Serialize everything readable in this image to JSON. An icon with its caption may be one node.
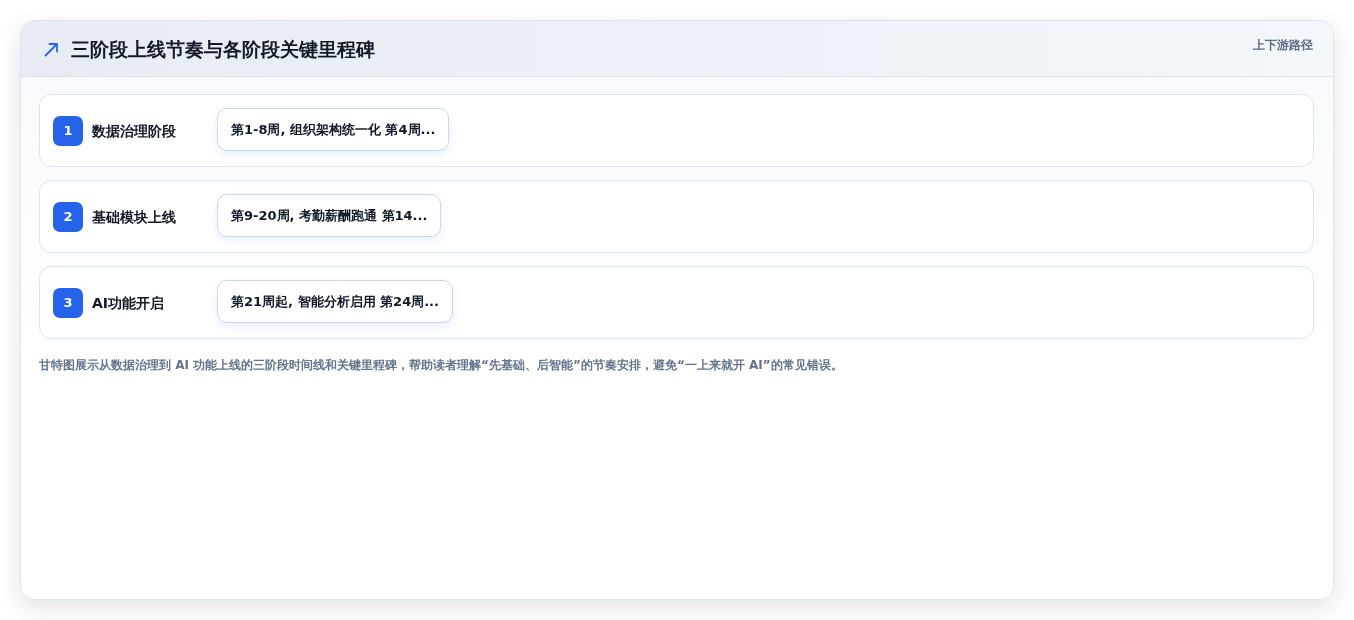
{
  "diagram": {
    "title": "三阶段上线节奏与各阶段关键里程碑",
    "caption": "甘特图展示从数据治理到 AI 功能上线的三阶段时间线和关键里程碑，帮助读者理解“先基础、后智能”的节奏安排，避免“一上来就开 AI”的常见错误。",
    "nodes": [
      {
        "text": [
          "数据治理阶段"
        ]
      },
      {
        "text": [
          "1"
        ],
        "in": 0
      },
      {
        "text": [
          "第1-8周, 组织架构统一化 第4周..."
        ],
        "in": 0
      },
      {
        "text": [
          "基础模块上线"
        ]
      },
      {
        "text": [
          "2"
        ],
        "in": 3
      },
      {
        "text": [
          "第9-20周, 考勤薪酬跑通 第14..."
        ],
        "in": 3
      },
      {
        "text": [
          "AI功能开启"
        ]
      },
      {
        "text": [
          "3"
        ],
        "in": 6
      },
      {
        "text": [
          "第21周起, 智能分析启用 第24周..."
        ],
        "in": 6
      }
    ],
    "labels": [
      "上下游路径"
    ]
  }
}
